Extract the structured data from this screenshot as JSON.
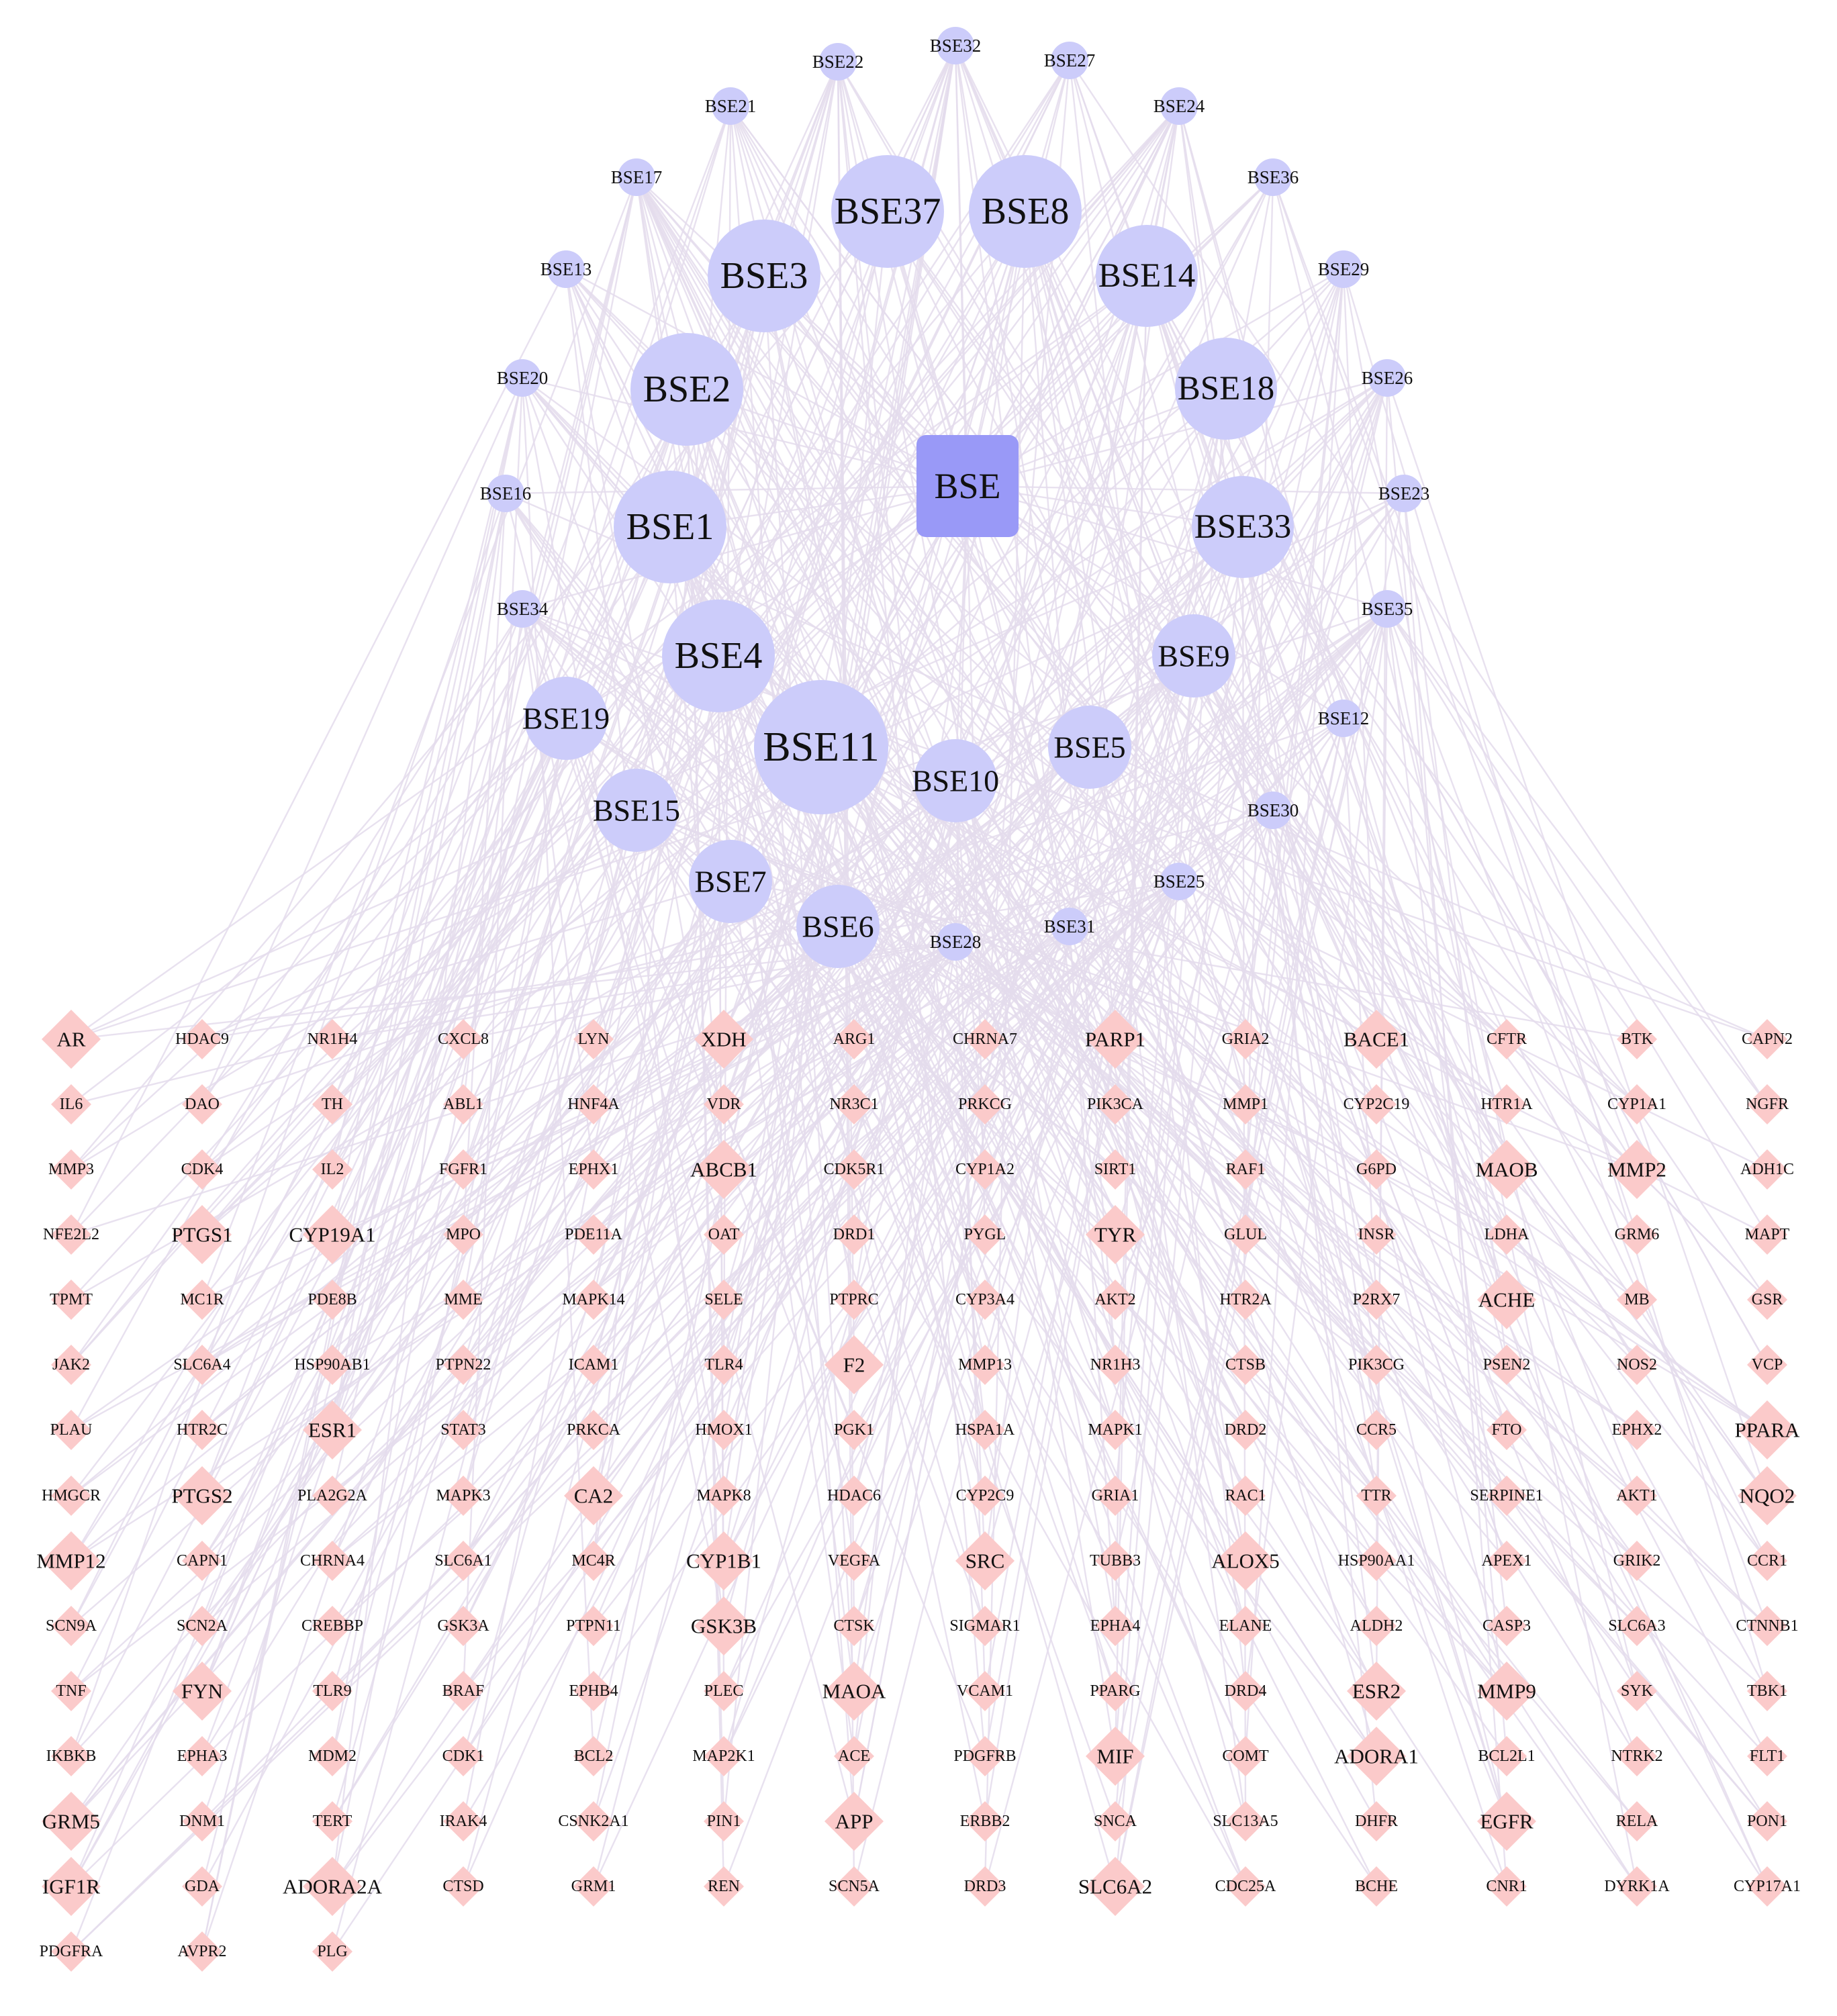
{
  "center": {
    "label": "BSE"
  },
  "compounds": [
    {
      "label": "BSE22",
      "size": "s"
    },
    {
      "label": "BSE32",
      "size": "s"
    },
    {
      "label": "BSE27",
      "size": "s"
    },
    {
      "label": "BSE21",
      "size": "s"
    },
    {
      "label": "BSE24",
      "size": "s"
    },
    {
      "label": "BSE17",
      "size": "s"
    },
    {
      "label": "BSE37",
      "size": "xl"
    },
    {
      "label": "BSE8",
      "size": "xl"
    },
    {
      "label": "BSE36",
      "size": "s"
    },
    {
      "label": "BSE13",
      "size": "s"
    },
    {
      "label": "BSE3",
      "size": "xl"
    },
    {
      "label": "BSE14",
      "size": "l"
    },
    {
      "label": "BSE29",
      "size": "s"
    },
    {
      "label": "BSE20",
      "size": "s"
    },
    {
      "label": "BSE2",
      "size": "xl"
    },
    {
      "label": "BSE18",
      "size": "l"
    },
    {
      "label": "BSE26",
      "size": "s"
    },
    {
      "label": "BSE16",
      "size": "s"
    },
    {
      "label": "BSE1",
      "size": "xl"
    },
    {
      "label": "BSE23",
      "size": "s"
    },
    {
      "label": "BSE33",
      "size": "l"
    },
    {
      "label": "BSE34",
      "size": "s"
    },
    {
      "label": "BSE35",
      "size": "s"
    },
    {
      "label": "BSE4",
      "size": "xl"
    },
    {
      "label": "BSE9",
      "size": "m"
    },
    {
      "label": "BSE19",
      "size": "m"
    },
    {
      "label": "BSE12",
      "size": "s"
    },
    {
      "label": "BSE11",
      "size": "xxl"
    },
    {
      "label": "BSE10",
      "size": "m"
    },
    {
      "label": "BSE5",
      "size": "m"
    },
    {
      "label": "BSE15",
      "size": "m"
    },
    {
      "label": "BSE30",
      "size": "s"
    },
    {
      "label": "BSE7",
      "size": "m"
    },
    {
      "label": "BSE25",
      "size": "s"
    },
    {
      "label": "BSE6",
      "size": "m"
    },
    {
      "label": "BSE31",
      "size": "s"
    },
    {
      "label": "BSE28",
      "size": "s"
    }
  ],
  "target_rows": [
    [
      "AR",
      "HDAC9",
      "NR1H4",
      "CXCL8",
      "LYN",
      "XDH",
      "ARG1",
      "CHRNA7",
      "PARP1",
      "GRIA2",
      "BACE1",
      "CFTR",
      "BTK",
      "CAPN2"
    ],
    [
      "IL6",
      "DAO",
      "TH",
      "ABL1",
      "HNF4A",
      "VDR",
      "NR3C1",
      "PRKCG",
      "PIK3CA",
      "MMP1",
      "CYP2C19",
      "HTR1A",
      "CYP1A1",
      "NGFR"
    ],
    [
      "MMP3",
      "CDK4",
      "IL2",
      "FGFR1",
      "EPHX1",
      "ABCB1",
      "CDK5R1",
      "CYP1A2",
      "SIRT1",
      "RAF1",
      "G6PD",
      "MAOB",
      "MMP2",
      "ADH1C"
    ],
    [
      "NFE2L2",
      "PTGS1",
      "CYP19A1",
      "MPO",
      "PDE11A",
      "OAT",
      "DRD1",
      "PYGL",
      "TYR",
      "GLUL",
      "INSR",
      "LDHA",
      "GRM6",
      "MAPT"
    ],
    [
      "TPMT",
      "MC1R",
      "PDE8B",
      "MME",
      "MAPK14",
      "SELE",
      "PTPRC",
      "CYP3A4",
      "AKT2",
      "HTR2A",
      "P2RX7",
      "ACHE",
      "MB",
      "GSR"
    ],
    [
      "JAK2",
      "SLC6A4",
      "HSP90AB1",
      "PTPN22",
      "ICAM1",
      "TLR4",
      "F2",
      "MMP13",
      "NR1H3",
      "CTSB",
      "PIK3CG",
      "PSEN2",
      "NOS2",
      "VCP"
    ],
    [
      "PLAU",
      "HTR2C",
      "ESR1",
      "STAT3",
      "PRKCA",
      "HMOX1",
      "PGK1",
      "HSPA1A",
      "MAPK1",
      "DRD2",
      "CCR5",
      "FTO",
      "EPHX2",
      "PPARA"
    ],
    [
      "HMGCR",
      "PTGS2",
      "PLA2G2A",
      "MAPK3",
      "CA2",
      "MAPK8",
      "HDAC6",
      "CYP2C9",
      "GRIA1",
      "RAC1",
      "TTR",
      "SERPINE1",
      "AKT1",
      "NQO2"
    ],
    [
      "MMP12",
      "CAPN1",
      "CHRNA4",
      "SLC6A1",
      "MC4R",
      "CYP1B1",
      "VEGFA",
      "SRC",
      "TUBB3",
      "ALOX5",
      "HSP90AA1",
      "APEX1",
      "GRIK2",
      "CCR1"
    ],
    [
      "SCN9A",
      "SCN2A",
      "CREBBP",
      "GSK3A",
      "PTPN11",
      "GSK3B",
      "CTSK",
      "SIGMAR1",
      "EPHA4",
      "ELANE",
      "ALDH2",
      "CASP3",
      "SLC6A3",
      "CTNNB1"
    ],
    [
      "TNF",
      "FYN",
      "TLR9",
      "BRAF",
      "EPHB4",
      "PLEC",
      "MAOA",
      "VCAM1",
      "PPARG",
      "DRD4",
      "ESR2",
      "MMP9",
      "SYK",
      "TBK1"
    ],
    [
      "IKBKB",
      "EPHA3",
      "MDM2",
      "CDK1",
      "BCL2",
      "MAP2K1",
      "ACE",
      "PDGFRB",
      "MIF",
      "COMT",
      "ADORA1",
      "BCL2L1",
      "NTRK2",
      "FLT1"
    ],
    [
      "GRM5",
      "DNM1",
      "TERT",
      "IRAK4",
      "CSNK2A1",
      "PIN1",
      "APP",
      "ERBB2",
      "SNCA",
      "SLC13A5",
      "DHFR",
      "EGFR",
      "RELA",
      "PON1"
    ],
    [
      "IGF1R",
      "GDA",
      "ADORA2A",
      "CTSD",
      "GRM1",
      "REN",
      "SCN5A",
      "DRD3",
      "SLC6A2",
      "CDC25A",
      "BCHE",
      "CNR1",
      "DYRK1A",
      "CYP17A1"
    ],
    [
      "PDGFRA",
      "AVPR2",
      "PLG"
    ]
  ],
  "big_targets": [
    "AR",
    "XDH",
    "PARP1",
    "BACE1",
    "ABCB1",
    "MAOB",
    "MMP2",
    "PTGS1",
    "CYP19A1",
    "TYR",
    "ACHE",
    "F2",
    "ESR1",
    "PPARA",
    "PTGS2",
    "CA2",
    "NQO2",
    "CYP1B1",
    "SRC",
    "ALOX5",
    "GSK3B",
    "FYN",
    "MAOA",
    "ESR2",
    "MMP9",
    "MIF",
    "ADORA1",
    "GRM5",
    "APP",
    "EGFR",
    "IGF1R",
    "ADORA2A",
    "SLC6A2",
    "MMP12"
  ],
  "colors": {
    "center": "#9999f7",
    "compound": "#ccccfa",
    "target": "#fbcaca",
    "edge": "#e4dcec",
    "label": "#111111"
  }
}
